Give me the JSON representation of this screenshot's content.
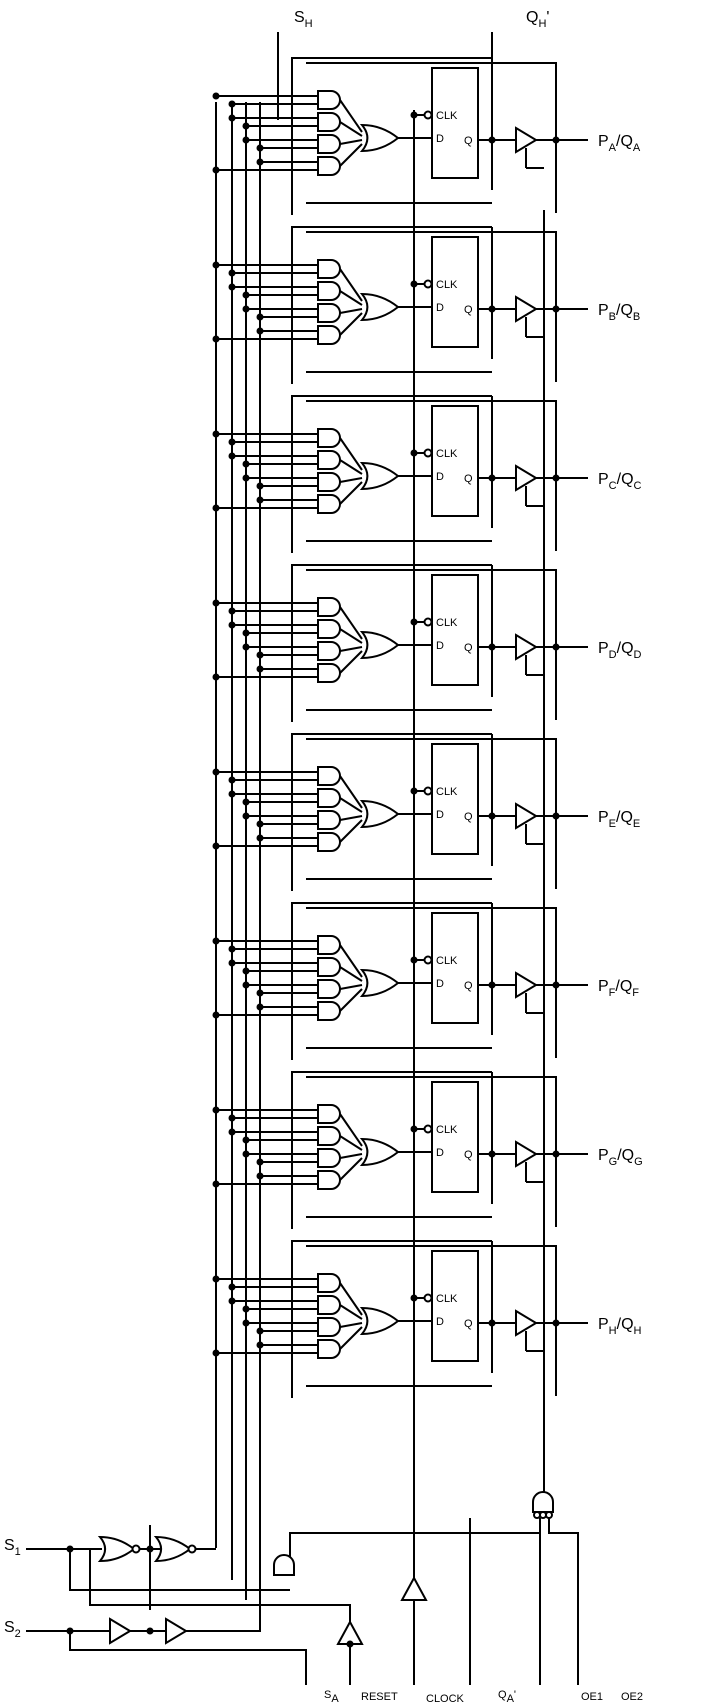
{
  "diagram": {
    "top_labels": {
      "sh": {
        "main": "S",
        "sub": "H"
      },
      "qh_prime": {
        "main": "Q",
        "sub": "H",
        "suffix": "'"
      }
    },
    "left_labels": {
      "s1": {
        "main": "S",
        "sub": "1"
      },
      "s2": {
        "main": "S",
        "sub": "2"
      }
    },
    "bottom_labels": {
      "sa": {
        "main": "S",
        "sub": "A"
      },
      "reset": "RESET",
      "clock": "CLOCK",
      "qa_prime": {
        "main": "Q",
        "sub": "A",
        "suffix": "'"
      },
      "oe1": "OE1",
      "oe2": "OE2"
    },
    "flipflop_pins": {
      "clk": "CLK",
      "d": "D",
      "q": "Q"
    },
    "stages": [
      {
        "p": "A",
        "q": "A"
      },
      {
        "p": "B",
        "q": "B"
      },
      {
        "p": "C",
        "q": "C"
      },
      {
        "p": "D",
        "q": "D"
      },
      {
        "p": "E",
        "q": "E"
      },
      {
        "p": "F",
        "q": "F"
      },
      {
        "p": "G",
        "q": "G"
      },
      {
        "p": "H",
        "q": "H"
      }
    ]
  }
}
